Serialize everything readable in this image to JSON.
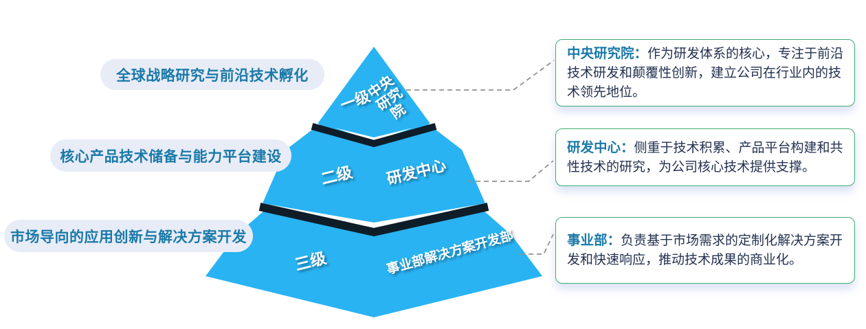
{
  "colors": {
    "pyramid_blue": "#29B3F2",
    "separator": "#0F1D29",
    "connector": "#8C9096",
    "pill_bg": "#E8ECF7",
    "pill_text": "#1A79A8",
    "card_border": "#3EAD72",
    "card_title": "#1A79A8",
    "card_body": "#233050"
  },
  "left_labels": [
    "全球战略研究与前沿技术孵化",
    "核心产品技术储备与能力平台建设",
    "市场导向的应用创新与解决方案开发"
  ],
  "pyramid": {
    "tiers": [
      {
        "level": "一级",
        "name": "中央\n研究\n院"
      },
      {
        "level": "二级",
        "name": "研发中心"
      },
      {
        "level": "三级",
        "name": "事业部解决方案开发部"
      }
    ]
  },
  "cards": [
    {
      "title": "中央研究院：",
      "body": "作为研发体系的核心，专注于前沿技术研发和颠覆性创新，建立公司在行业内的技术领先地位。"
    },
    {
      "title": "研发中心：",
      "body": "侧重于技术积累、产品平台构建和共性技术的研究，为公司核心技术提供支撑。"
    },
    {
      "title": "事业部：",
      "body": "负责基于市场需求的定制化解决方案开发和快速响应，推动技术成果的商业化。"
    }
  ]
}
